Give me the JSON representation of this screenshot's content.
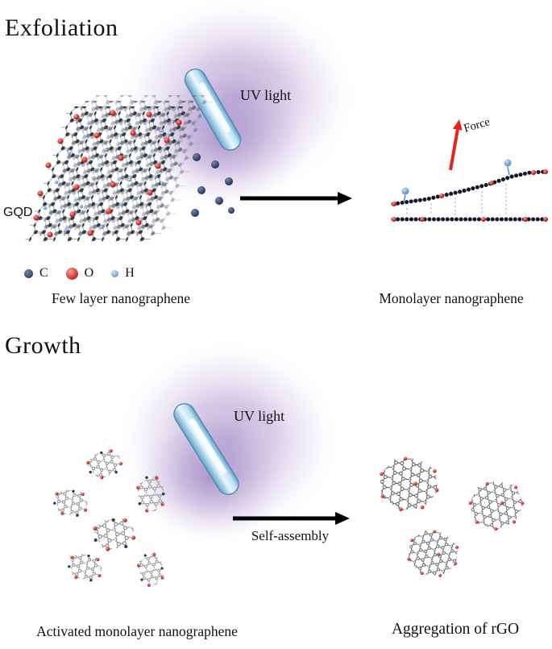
{
  "exfoliation": {
    "title": "Exfoliation",
    "uv_label": "UV light",
    "gqd_label": "GQD",
    "force_label": "Force",
    "left_caption": "Few layer nanographene",
    "right_caption": "Monolayer nanographene",
    "legend": [
      {
        "name": "carbon",
        "label": "C"
      },
      {
        "name": "oxygen",
        "label": "O"
      },
      {
        "name": "hydrogen",
        "label": "H"
      }
    ]
  },
  "growth": {
    "title": "Growth",
    "uv_label": "UV light",
    "arrow_label": "Self-assembly",
    "left_caption": "Activated monolayer nanographene",
    "right_caption": "Aggregation of rGO"
  },
  "colors": {
    "carbon": "#1c2a4a",
    "oxygen": "#b00000",
    "hydrogen": "#4f81bd",
    "uv_glow": "#a88cc8",
    "lamp_blue": "#9cc9e2",
    "force_arrow": "#e8221c",
    "process_arrow": "#000000",
    "background": "#ffffff"
  }
}
